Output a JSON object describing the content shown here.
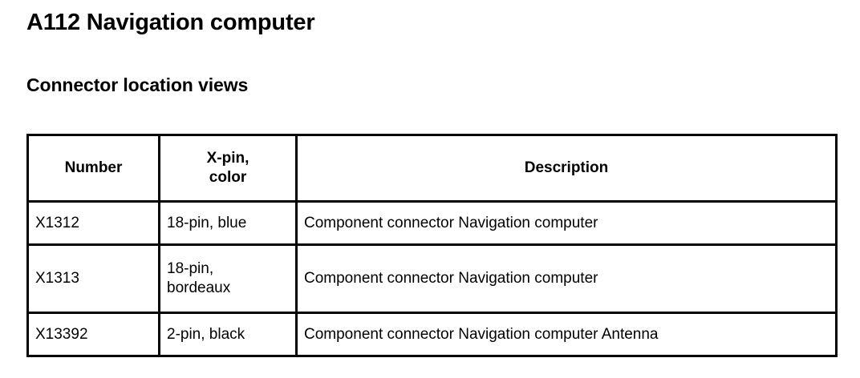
{
  "document": {
    "title": "A112 Navigation computer",
    "section_heading": "Connector location views"
  },
  "table": {
    "headers": {
      "number": "Number",
      "xpin_color": "X-pin,\ncolor",
      "description": "Description"
    },
    "rows": [
      {
        "number": "X1312",
        "xpin_color": "18-pin, blue",
        "description": "Component connector Navigation computer"
      },
      {
        "number": "X1313",
        "xpin_color": "18-pin,\nbordeaux",
        "description": "Component connector Navigation computer"
      },
      {
        "number": "X13392",
        "xpin_color": "2-pin, black",
        "description": "Component connector Navigation computer Antenna"
      }
    ]
  }
}
